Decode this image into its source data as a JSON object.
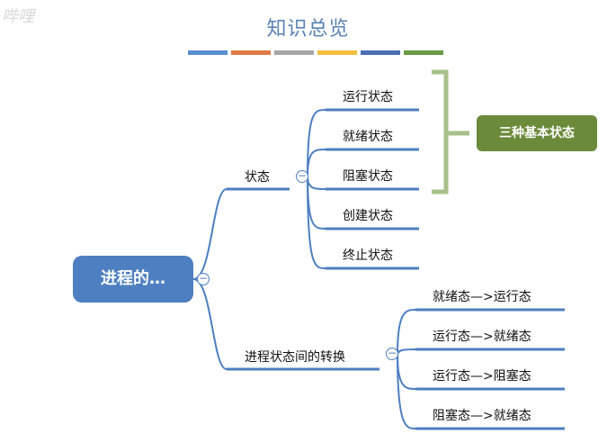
{
  "watermark": "哔哩",
  "title": "知识总览",
  "color_bar": [
    "#5b8fd0",
    "#e07a45",
    "#a6a6a6",
    "#f2be3e",
    "#4a6fb3",
    "#6a9a46"
  ],
  "root": {
    "label": "进程的…"
  },
  "branch_states": {
    "label": "状态",
    "collapse_symbol": "−",
    "children": [
      "运行状态",
      "就绪状态",
      "阻塞状态",
      "创建状态",
      "终止状态"
    ]
  },
  "group_label": "三种基本状态",
  "branch_transitions": {
    "label": "进程状态间的转换",
    "collapse_symbol": "−",
    "children": [
      "就绪态—>运行态",
      "运行态—>就绪态",
      "运行态—>阻塞态",
      "阻塞态—>就绪态"
    ]
  },
  "colors": {
    "line": "#4e7fc0",
    "root": "#4e7fc0",
    "bracket": "#a8c08a",
    "group_box": "#6b8a3a"
  }
}
